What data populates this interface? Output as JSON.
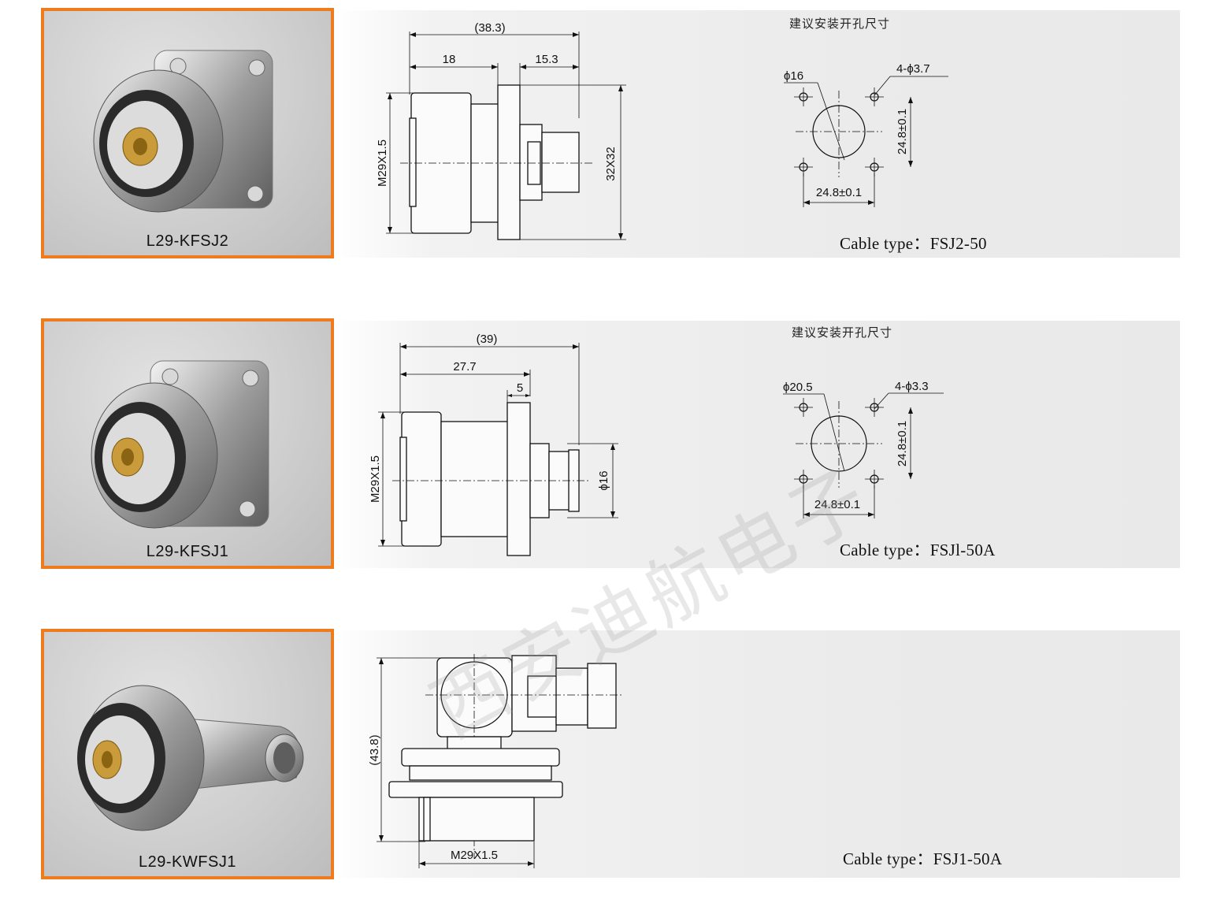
{
  "products": [
    {
      "model": "L29-KFSJ2",
      "install_note": "建议安装开孔尺寸",
      "dims": {
        "overall": "(38.3)",
        "body": "18",
        "rear": "15.3",
        "thread": "M29X1.5",
        "flange": "32X32"
      },
      "hole": {
        "center_dia": "ϕ16",
        "holes": "4-ϕ3.7",
        "v_spacing": "24.8±0.1",
        "h_spacing": "24.8±0.1"
      },
      "cable_label": "Cable type：",
      "cable_value": "FSJ2-50"
    },
    {
      "model": "L29-KFSJ1",
      "install_note": "建议安装开孔尺寸",
      "dims": {
        "overall": "(39)",
        "body": "27.7",
        "flange_w": "5",
        "thread": "M29X1.5",
        "rear_dia": "ϕ16"
      },
      "hole": {
        "center_dia": "ϕ20.5",
        "holes": "4-ϕ3.3",
        "v_spacing": "24.8±0.1",
        "h_spacing": "24.8±0.1"
      },
      "cable_label": "Cable type：",
      "cable_value": "FSJl-50A"
    },
    {
      "model": "L29-KWFSJ1",
      "dims": {
        "height": "(43.8)",
        "thread": "M29X1.5"
      },
      "cable_label": "Cable type：",
      "cable_value": "FSJ1-50A"
    }
  ],
  "watermark": "西安迪航电子",
  "colors": {
    "frame": "#ee7b1c",
    "band": "#ebebeb"
  }
}
